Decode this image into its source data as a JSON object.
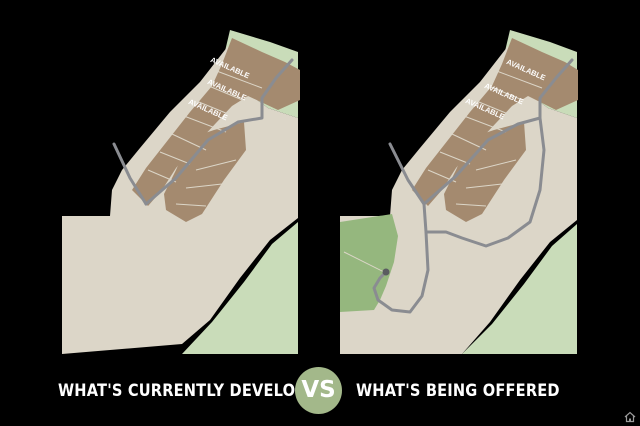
{
  "captions": {
    "left": "WHAT'S CURRENTLY DEVELOPED",
    "vs": "VS",
    "right": "WHAT'S BEING OFFERED"
  },
  "lot_labels": [
    "AVAILABLE",
    "AVAILABLE",
    "AVAILABLE"
  ],
  "colors": {
    "background": "#000000",
    "land": "#dcd6c8",
    "open_space_green": "#c9dcb9",
    "offered_parcel_green": "#95b77e",
    "developed_lots": "#a48a6f",
    "roads": "#8a8c91",
    "vs_circle": "#a3b88a"
  },
  "icons": {
    "corner": "home-icon"
  }
}
